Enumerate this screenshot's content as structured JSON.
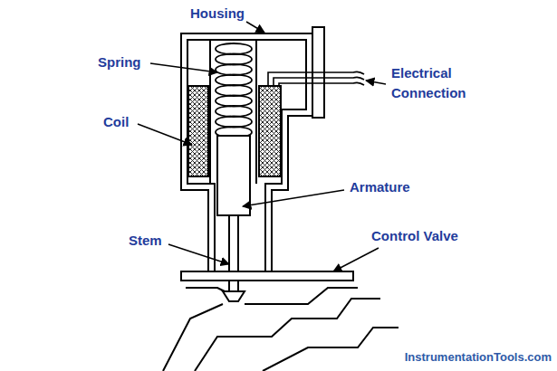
{
  "diagram": {
    "labels": [
      "Housing",
      "Spring",
      "Coil",
      "Electrical Connection",
      "Armature",
      "Stem",
      "Control Valve",
      "InstrumentationTools.com"
    ]
  }
}
